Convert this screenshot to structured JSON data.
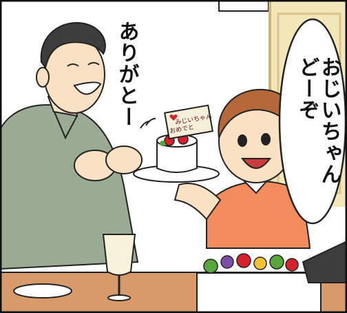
{
  "speech": {
    "grandpa": "ありがとー",
    "girl_line1": "おじいちゃん",
    "girl_line2": "どーぞ"
  },
  "cake_plaque": {
    "line1": "みじいちゃん",
    "line2": "おめでと"
  },
  "colors": {
    "shirt_grandpa": "#9aaa93",
    "apron_girl": "#f28c5c",
    "skin": "#fbe1c4",
    "hair_girl": "#b5683a",
    "hair_grandpa": "#3d3d3d",
    "door": "#f3e6b8",
    "table": "#d79a6a"
  }
}
